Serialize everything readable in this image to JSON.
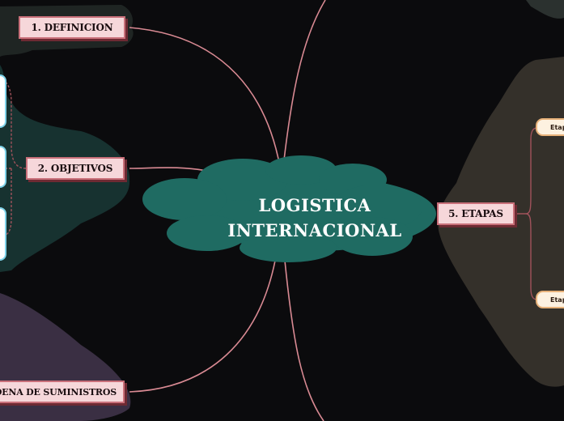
{
  "central_topic": {
    "line1": "LOGISTICA",
    "line2": "INTERNACIONAL"
  },
  "topics": {
    "definicion": "1. DEFINICION",
    "objetivos": "2. OBJETIVOS",
    "cadena": "CADENA DE SUMINISTROS",
    "etapas": "5. ETAPAS"
  },
  "subtopics": {
    "etapa_top": "Etapa",
    "etapa_bottom": "Etapa"
  },
  "colors": {
    "background": "#0b0b0d",
    "cloud": "#1f6b62",
    "connector": "#d98a93",
    "topic_fill": "#f6d7da",
    "topic_border": "#c9707a"
  }
}
